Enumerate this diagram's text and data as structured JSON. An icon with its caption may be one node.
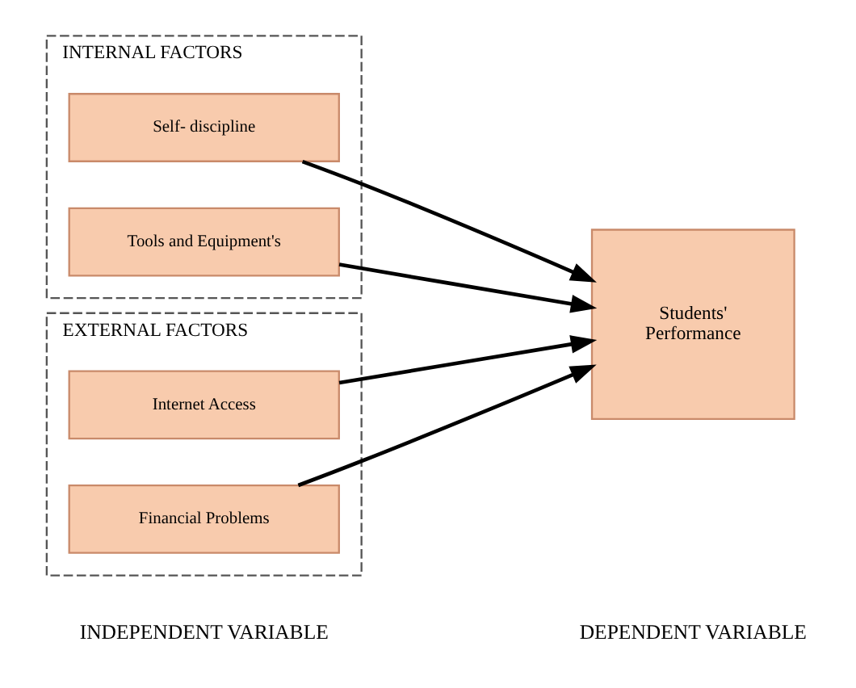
{
  "diagram": {
    "nodes": [
      {
        "text": [
          "INTERNAL FACTORS"
        ]
      },
      {
        "text": [
          "Self- discipline"
        ],
        "in": 0
      },
      {
        "text": [
          "Tools and Equipment's"
        ],
        "in": 0
      },
      {
        "text": [
          "EXTERNAL FACTORS"
        ]
      },
      {
        "text": [
          "Internet Access"
        ],
        "in": 3
      },
      {
        "text": [
          "Financial Problems"
        ],
        "in": 3
      },
      {
        "text": [
          "Students' Performance"
        ]
      }
    ],
    "edges": [
      {
        "from": 1,
        "to": 6,
        "arrow": "to"
      },
      {
        "from": 2,
        "to": 6,
        "arrow": "to"
      },
      {
        "from": 4,
        "to": 6,
        "arrow": "to"
      },
      {
        "from": 5,
        "to": 6,
        "arrow": "to"
      }
    ],
    "labels": [
      "INDEPENDENT VARIABLE",
      "DEPENDENT VARIABLE"
    ]
  }
}
